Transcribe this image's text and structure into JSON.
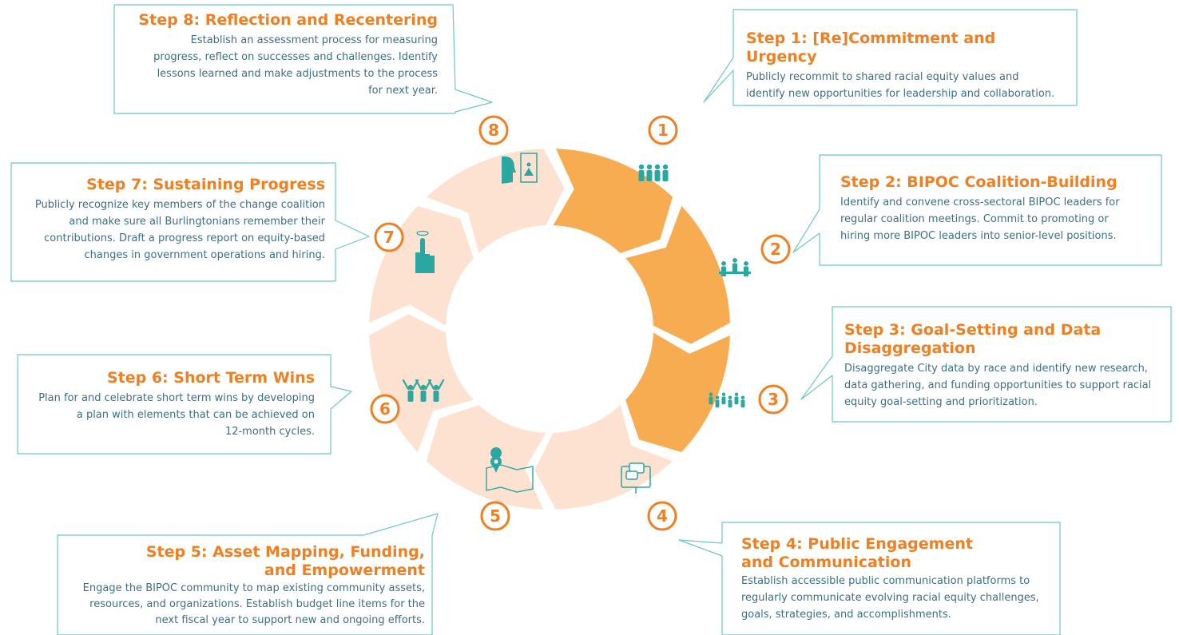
{
  "colors": {
    "teal": "#2aa7a1",
    "outline": "#6cc8c4",
    "orange": "#f07f22",
    "active_segment": "#f7ac52",
    "inactive_segment": "#fde2d1",
    "body_text": "#3c6f86"
  },
  "diagram": {
    "active_steps": [
      1,
      2,
      3
    ],
    "steps": [
      {
        "num": "1",
        "icon": "group-of-people-icon"
      },
      {
        "num": "2",
        "icon": "meeting-table-icon"
      },
      {
        "num": "3",
        "icon": "crowd-icon"
      },
      {
        "num": "4",
        "icon": "chat-monitor-icon"
      },
      {
        "num": "5",
        "icon": "map-pin-icon"
      },
      {
        "num": "6",
        "icon": "celebrating-people-icon"
      },
      {
        "num": "7",
        "icon": "raised-finger-icon"
      },
      {
        "num": "8",
        "icon": "reflection-mirror-icon"
      }
    ]
  },
  "callouts": {
    "step1": {
      "title": "Step 1: [Re]Commitment and Urgency",
      "lines": [
        "Publicly recommit to shared racial equity values and",
        "identify new opportunities for leadership and collaboration."
      ]
    },
    "step2": {
      "title": "Step 2: BIPOC Coalition-Building",
      "lines": [
        "Identify and convene cross-sectoral BIPOC leaders for",
        "regular coalition meetings. Commit to promoting or",
        "hiring more BIPOC leaders into senior-level positions."
      ]
    },
    "step3": {
      "title_lines": [
        "Step 3: Goal-Setting and Data",
        "Disaggregation"
      ],
      "lines": [
        "Disaggregate City data by race and identify new research,",
        "data gathering, and funding opportunities to support racial",
        "equity goal-setting and prioritization."
      ]
    },
    "step4": {
      "title_lines": [
        "Step 4: Public Engagement",
        "and Communication"
      ],
      "lines": [
        "Establish accessible public communication platforms to",
        "regularly communicate evolving racial equity challenges,",
        "goals, strategies, and accomplishments."
      ]
    },
    "step5": {
      "title_lines": [
        "Step 5: Asset Mapping, Funding,",
        "and Empowerment"
      ],
      "lines": [
        "Engage the BIPOC community to map existing community assets,",
        "resources, and organizations. Establish budget line items for the",
        "next fiscal year to support new and ongoing efforts."
      ]
    },
    "step6": {
      "title": "Step 6: Short Term Wins",
      "lines": [
        "Plan for and celebrate short term wins by developing",
        "a plan with elements that can be achieved on",
        "12-month cycles."
      ]
    },
    "step7": {
      "title": "Step 7: Sustaining Progress",
      "lines": [
        "Publicly recognize key members of the change coalition",
        "and make sure all Burlingtonians remember their",
        "contributions. Draft a progress report on equity-based",
        "changes in government operations and hiring."
      ]
    },
    "step8": {
      "title": "Step 8: Reflection and Recentering",
      "lines": [
        "Establish an assessment process for measuring",
        "progress, reflect on successes and challenges.  Identify",
        "lessons learned and make adjustments to the process",
        "for next year."
      ]
    }
  }
}
